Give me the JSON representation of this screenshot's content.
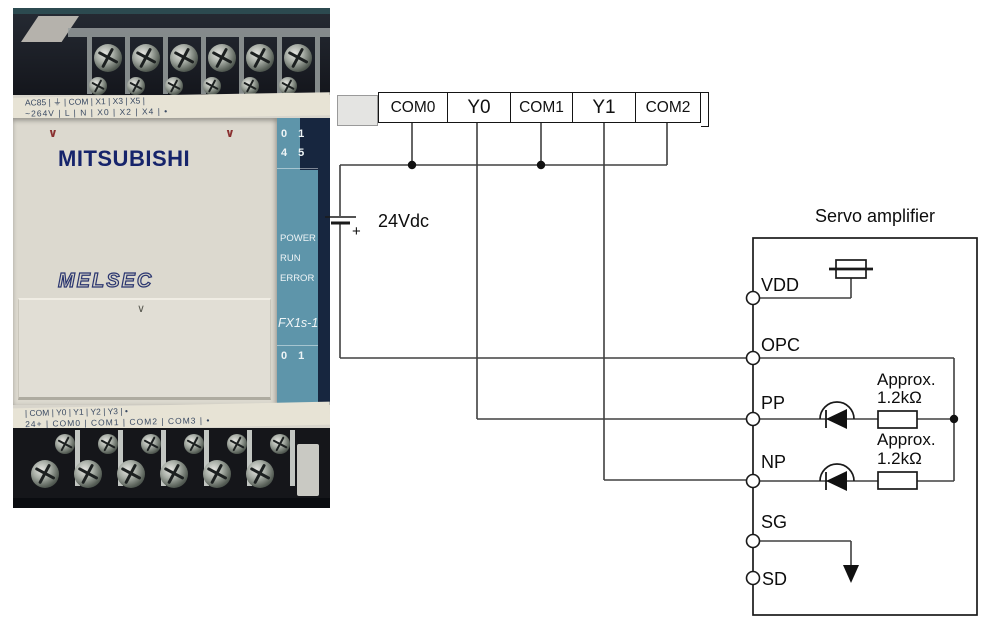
{
  "photo": {
    "brand": "MITSUBISHI",
    "logo": "MELSEC",
    "model": "FX1s-1",
    "arrow": "∨",
    "top_labels_row1": "AC85 | ⏚ | COM | X1 | X3 | X5 |",
    "top_labels_row2": "~264V | L | N | X0 | X2 | X4 | •",
    "io_row1": "0 1",
    "io_row2": "4 5",
    "led_power": "POWER",
    "led_run": "RUN",
    "led_error": "ERROR",
    "io_bottom": "0 1",
    "bottom_labels_row1": "| COM | Y0 | Y1 | Y2 | Y3 | •",
    "bottom_labels_row2": "24+ | COM0 | COM1 | COM2 | COM3 | •"
  },
  "diagram": {
    "terminal_strip": {
      "cells": [
        "COM0",
        "Y0",
        "COM1",
        "Y1",
        "COM2"
      ]
    },
    "power_supply": {
      "label": "24Vdc",
      "polarity": "+"
    },
    "servo": {
      "title": "Servo amplifier",
      "terminals": [
        "VDD",
        "OPC",
        "PP",
        "NP",
        "SG",
        "SD"
      ],
      "resistor_notes": [
        {
          "line1": "Approx.",
          "line2": "1.2kΩ"
        },
        {
          "line1": "Approx.",
          "line2": "1.2kΩ"
        }
      ]
    }
  },
  "colors": {
    "wire": "#404040",
    "led_strip_teal": "#5e95aa",
    "edge_navy": "#17263f",
    "brand_navy": "#16246b",
    "panel_beige": "#dcd9cf"
  }
}
